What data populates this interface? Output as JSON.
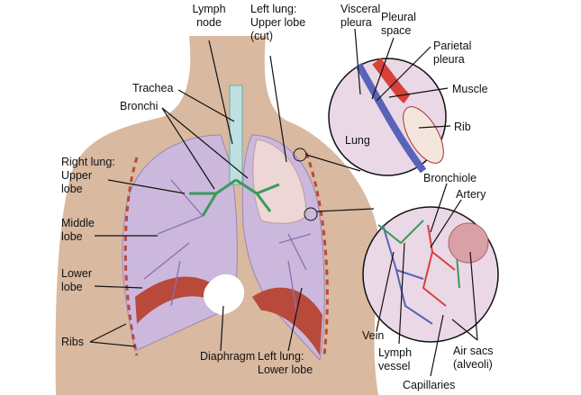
{
  "labels": {
    "lymph_node": [
      "Lymph",
      "node"
    ],
    "left_upper": [
      "Left lung:",
      "Upper lobe",
      "(cut)"
    ],
    "visceral": [
      "Visceral",
      "pleura"
    ],
    "pleural_space": [
      "Pleural",
      "space"
    ],
    "parietal": [
      "Parietal",
      "pleura"
    ],
    "muscle": "Muscle",
    "rib": "Rib",
    "lung": "Lung",
    "trachea": "Trachea",
    "bronchi": "Bronchi",
    "right_upper": [
      "Right lung:",
      "Upper",
      "lobe"
    ],
    "middle": [
      "Middle",
      "lobe"
    ],
    "lower": [
      "Lower",
      "lobe"
    ],
    "ribs": "Ribs",
    "diaphragm": "Diaphragm",
    "left_lower": [
      "Left lung:",
      "Lower lobe"
    ],
    "bronchiole": "Bronchiole",
    "artery": "Artery",
    "vein": "Vein",
    "lymph_vessel": [
      "Lymph",
      "vessel"
    ],
    "air_sacs": [
      "Air sacs",
      "(alveoli)"
    ],
    "capillaries": "Capillaries"
  },
  "colors": {
    "skin": "#d9b9a0",
    "lung": "#cbb8dc",
    "vessel": "#8a6fb5",
    "diaphragm": "#b9493a",
    "airway": "#3a9a5a",
    "vein": "#5a63b8",
    "artery": "#d8403a"
  }
}
